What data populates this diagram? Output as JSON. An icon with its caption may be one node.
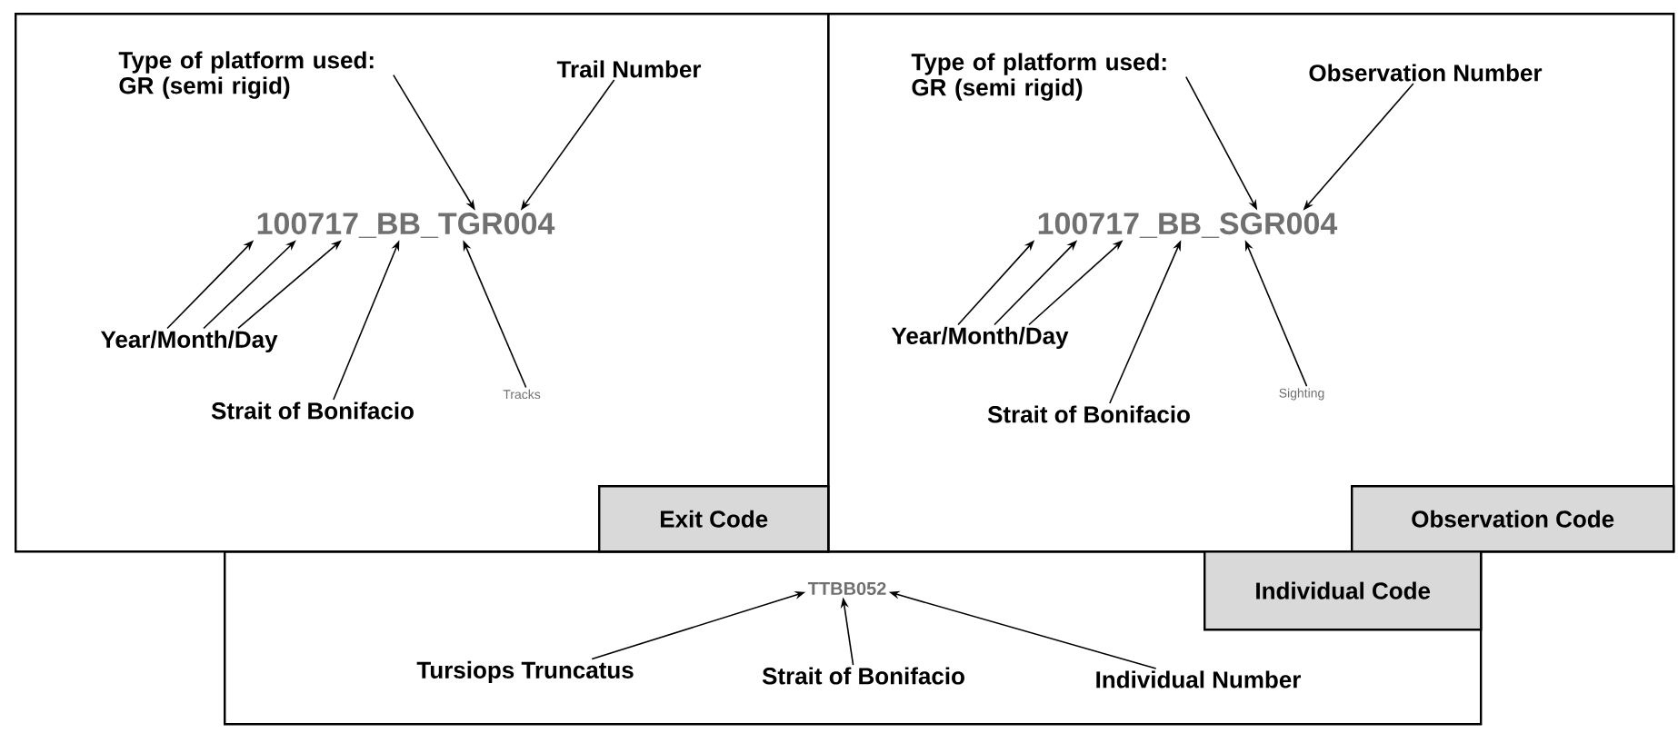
{
  "diagram": {
    "nodes": [
      {
        "text": [
          "Exit Code"
        ]
      },
      {
        "text": [
          "Type of platform used: GR (semi rigid)"
        ],
        "in": 0
      },
      {
        "text": [
          "Trail Number"
        ],
        "in": 0
      },
      {
        "text": [
          "100717_BB_TGR004"
        ],
        "in": 0
      },
      {
        "text": [
          "Year/Month/Day"
        ],
        "in": 0
      },
      {
        "text": [
          "Strait of Bonifacio"
        ],
        "in": 0
      },
      {
        "text": [
          "Tracks"
        ],
        "in": 0
      },
      {
        "text": [
          "Observation Code"
        ]
      },
      {
        "text": [
          "Type of platform used: GR (semi rigid)"
        ],
        "in": 7
      },
      {
        "text": [
          "Observation Number"
        ],
        "in": 7
      },
      {
        "text": [
          "100717_BB_SGR004"
        ],
        "in": 7
      },
      {
        "text": [
          "Year/Month/Day"
        ],
        "in": 7
      },
      {
        "text": [
          "Strait of Bonifacio"
        ],
        "in": 7
      },
      {
        "text": [
          "Sighting"
        ],
        "in": 7
      },
      {
        "text": [
          "Individual Code"
        ]
      },
      {
        "text": [
          "TTBB052"
        ],
        "in": 14
      },
      {
        "text": [
          "Tursiops Truncatus"
        ],
        "in": 14
      },
      {
        "text": [
          "Strait of Bonifacio"
        ],
        "in": 14
      },
      {
        "text": [
          "Individual Number"
        ],
        "in": 14
      }
    ],
    "edges": [
      {
        "from": 1,
        "to": 3,
        "arrow": "to"
      },
      {
        "from": 2,
        "to": 3,
        "arrow": "to"
      },
      {
        "from": 4,
        "to": 3,
        "arrow": "to"
      },
      {
        "from": 4,
        "to": 3,
        "arrow": "to"
      },
      {
        "from": 4,
        "to": 3,
        "arrow": "to"
      },
      {
        "from": 5,
        "to": 3,
        "arrow": "to"
      },
      {
        "from": 6,
        "to": 3,
        "arrow": "to"
      },
      {
        "from": 8,
        "to": 10,
        "arrow": "to"
      },
      {
        "from": 9,
        "to": 10,
        "arrow": "to"
      },
      {
        "from": 11,
        "to": 10,
        "arrow": "to"
      },
      {
        "from": 11,
        "to": 10,
        "arrow": "to"
      },
      {
        "from": 11,
        "to": 10,
        "arrow": "to"
      },
      {
        "from": 12,
        "to": 10,
        "arrow": "to"
      },
      {
        "from": 13,
        "to": 10,
        "arrow": "to"
      },
      {
        "from": 16,
        "to": 15,
        "arrow": "to"
      },
      {
        "from": 17,
        "to": 15,
        "arrow": "to"
      },
      {
        "from": 18,
        "to": 15,
        "arrow": "to"
      }
    ]
  }
}
